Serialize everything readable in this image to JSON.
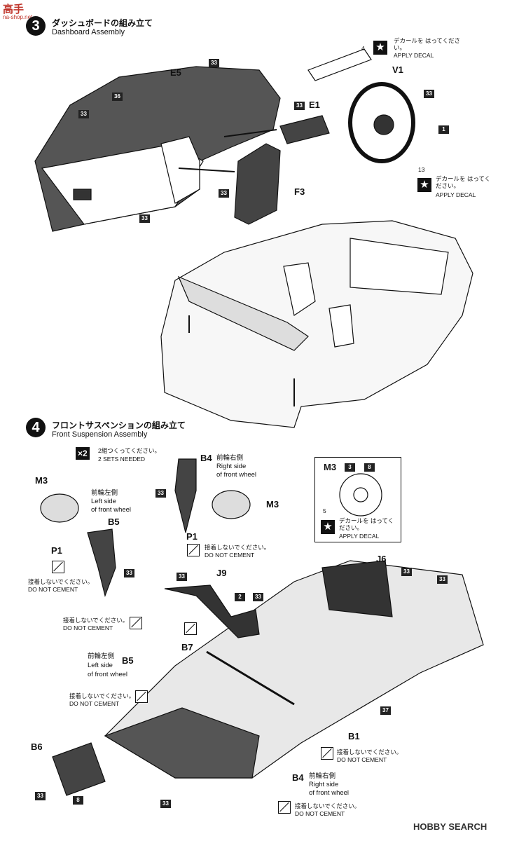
{
  "watermark": {
    "top_text": "高手",
    "top_sub": "na-shop.net"
  },
  "step3": {
    "number": "3",
    "title_jp": "ダッシュボードの組み立て",
    "title_en": "Dashboard Assembly",
    "decal_note_1": {
      "num": "4",
      "jp": "デカールを はってください。",
      "en": "APPLY DECAL"
    },
    "decal_note_2": {
      "num": "13",
      "jp": "デカールを はってください。",
      "en": "APPLY DECAL"
    },
    "parts": {
      "e5": "E5",
      "e1": "E1",
      "v1": "V1",
      "f3": "F3"
    },
    "colors": {
      "c33": "33",
      "c36": "36",
      "c1": "1"
    }
  },
  "step4": {
    "number": "4",
    "title_jp": "フロントサスペンションの組み立て",
    "title_en": "Front Suspension Assembly",
    "sets": {
      "badge": "×2",
      "jp": "2組つくってください。",
      "en": "2 SETS NEEDED"
    },
    "left_front_jp": "前輪左側",
    "left_front_en_1": "Left side",
    "left_front_en_2": "of front wheel",
    "right_front_jp": "前輪右側",
    "right_front_en_1": "Right side",
    "right_front_en_2": "of front wheel",
    "no_cement_jp": "接着しないでください。",
    "no_cement_en": "DO NOT CEMENT",
    "decal_note": {
      "num": "5",
      "jp": "デカールを はってください。",
      "en": "APPLY DECAL"
    },
    "parts": {
      "m3": "M3",
      "b4": "B4",
      "b5": "B5",
      "p1": "P1",
      "j9": "J9",
      "j6": "J6",
      "b7": "B7",
      "b1": "B1",
      "b6": "B6"
    },
    "colors": {
      "c33": "33",
      "c3": "3",
      "c8": "8",
      "c2": "2",
      "c37": "37"
    }
  },
  "footer": {
    "brand": "HOBBY SEARCH"
  }
}
